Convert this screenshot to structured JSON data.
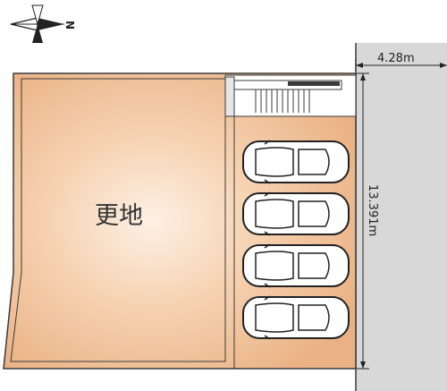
{
  "plan": {
    "lot_label": "更地",
    "compass": {
      "label": "N",
      "icon": "north-arrow-icon"
    },
    "dimensions": {
      "road_width": "4.28m",
      "frontage": "13.391m"
    },
    "parking": {
      "car_count": 4,
      "icon": "car-icon"
    },
    "colors": {
      "lot_fill_center": "#fdf0e4",
      "lot_fill_edge": "#eab284",
      "road": "#d8d8d8",
      "outline": "#3a3a3a"
    }
  }
}
